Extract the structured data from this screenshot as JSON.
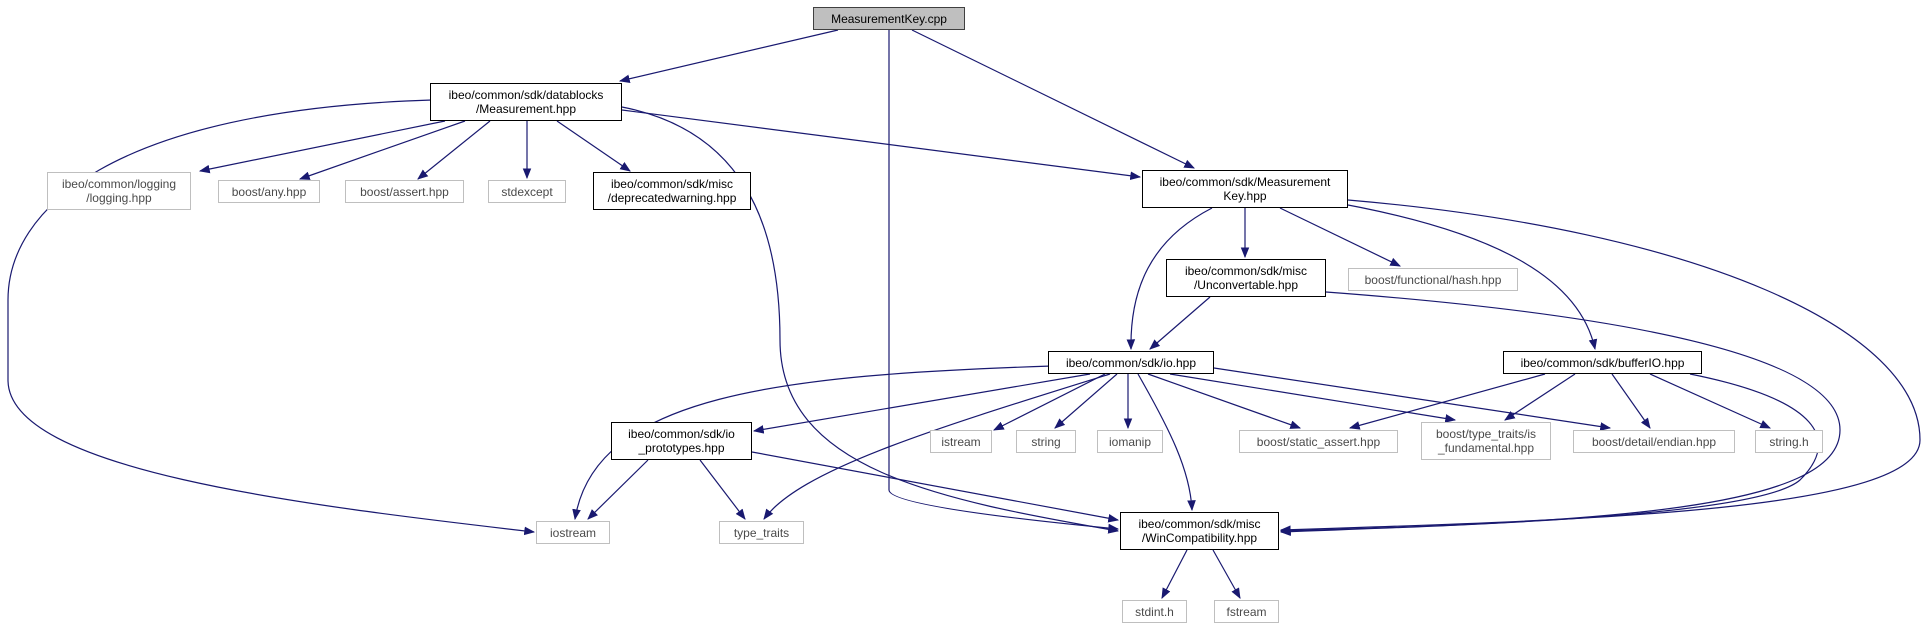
{
  "graph": {
    "title": "MeasurementKey.cpp",
    "edge_color": "#191970",
    "nodes": [
      {
        "id": "root",
        "label": "MeasurementKey.cpp",
        "kind": "root"
      },
      {
        "id": "measurement",
        "label": "ibeo/common/sdk/datablocks\n/Measurement.hpp",
        "kind": "documented"
      },
      {
        "id": "mkey",
        "label": "ibeo/common/sdk/Measurement\nKey.hpp",
        "kind": "documented"
      },
      {
        "id": "logging",
        "label": "ibeo/common/logging\n/logging.hpp",
        "kind": "external"
      },
      {
        "id": "any",
        "label": "boost/any.hpp",
        "kind": "external"
      },
      {
        "id": "assert",
        "label": "boost/assert.hpp",
        "kind": "external"
      },
      {
        "id": "stdexcept",
        "label": "stdexcept",
        "kind": "external"
      },
      {
        "id": "deprecated",
        "label": "ibeo/common/sdk/misc\n/deprecatedwarning.hpp",
        "kind": "documented"
      },
      {
        "id": "unconv",
        "label": "ibeo/common/sdk/misc\n/Unconvertable.hpp",
        "kind": "documented"
      },
      {
        "id": "hash",
        "label": "boost/functional/hash.hpp",
        "kind": "external"
      },
      {
        "id": "io",
        "label": "ibeo/common/sdk/io.hpp",
        "kind": "documented"
      },
      {
        "id": "bufferio",
        "label": "ibeo/common/sdk/bufferIO.hpp",
        "kind": "documented"
      },
      {
        "id": "ioproto",
        "label": "ibeo/common/sdk/io\n_prototypes.hpp",
        "kind": "documented"
      },
      {
        "id": "istream",
        "label": "istream",
        "kind": "external"
      },
      {
        "id": "string",
        "label": "string",
        "kind": "external"
      },
      {
        "id": "iomanip",
        "label": "iomanip",
        "kind": "external"
      },
      {
        "id": "staticassert",
        "label": "boost/static_assert.hpp",
        "kind": "external"
      },
      {
        "id": "isfund",
        "label": "boost/type_traits/is\n_fundamental.hpp",
        "kind": "external"
      },
      {
        "id": "endian",
        "label": "boost/detail/endian.hpp",
        "kind": "external"
      },
      {
        "id": "stringh",
        "label": "string.h",
        "kind": "external"
      },
      {
        "id": "iostream",
        "label": "iostream",
        "kind": "external"
      },
      {
        "id": "typetraits",
        "label": "type_traits",
        "kind": "external"
      },
      {
        "id": "wincompat",
        "label": "ibeo/common/sdk/misc\n/WinCompatibility.hpp",
        "kind": "documented"
      },
      {
        "id": "stdint",
        "label": "stdint.h",
        "kind": "external"
      },
      {
        "id": "fstream",
        "label": "fstream",
        "kind": "external"
      }
    ],
    "edges": [
      [
        "root",
        "measurement"
      ],
      [
        "root",
        "wincompat"
      ],
      [
        "root",
        "mkey"
      ],
      [
        "measurement",
        "logging"
      ],
      [
        "measurement",
        "any"
      ],
      [
        "measurement",
        "assert"
      ],
      [
        "measurement",
        "stdexcept"
      ],
      [
        "measurement",
        "deprecated"
      ],
      [
        "measurement",
        "mkey"
      ],
      [
        "measurement",
        "iostream"
      ],
      [
        "measurement",
        "wincompat"
      ],
      [
        "mkey",
        "io"
      ],
      [
        "mkey",
        "unconv"
      ],
      [
        "mkey",
        "hash"
      ],
      [
        "mkey",
        "bufferio"
      ],
      [
        "mkey",
        "wincompat"
      ],
      [
        "unconv",
        "io"
      ],
      [
        "unconv",
        "wincompat"
      ],
      [
        "io",
        "iostream"
      ],
      [
        "io",
        "ioproto"
      ],
      [
        "io",
        "typetraits"
      ],
      [
        "io",
        "istream"
      ],
      [
        "io",
        "string"
      ],
      [
        "io",
        "iomanip"
      ],
      [
        "io",
        "wincompat"
      ],
      [
        "io",
        "staticassert"
      ],
      [
        "io",
        "isfund"
      ],
      [
        "io",
        "endian"
      ],
      [
        "bufferio",
        "staticassert"
      ],
      [
        "bufferio",
        "isfund"
      ],
      [
        "bufferio",
        "endian"
      ],
      [
        "bufferio",
        "stringh"
      ],
      [
        "bufferio",
        "wincompat"
      ],
      [
        "ioproto",
        "iostream"
      ],
      [
        "ioproto",
        "typetraits"
      ],
      [
        "ioproto",
        "wincompat"
      ],
      [
        "wincompat",
        "stdint"
      ],
      [
        "wincompat",
        "fstream"
      ]
    ]
  }
}
